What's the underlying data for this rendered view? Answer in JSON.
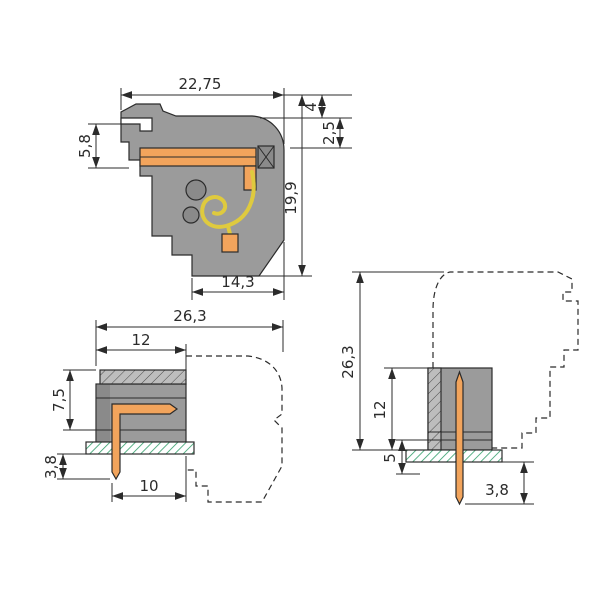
{
  "side_view": {
    "width": "22,75",
    "latch_height": "4",
    "entry_height": "5,8",
    "top_offset": "2,5",
    "total_height": "19,9",
    "base_width": "14,3"
  },
  "bottom_view": {
    "total_width": "26,3",
    "housing_width": "12",
    "pin_drop": "7,5",
    "pin_protrusion": "3,8",
    "pin_edge_distance": "10"
  },
  "front_view": {
    "total_height": "26,3",
    "housing_height": "12",
    "board_clearance": "5",
    "pin_protrusion": "3,8"
  },
  "colors": {
    "housing": "#9b9b9b",
    "housing_dark": "#8a8a8a",
    "conductor": "#f2a45c",
    "spring": "#dfca3e",
    "board": "#2f9d68",
    "line": "#2b2b2b"
  }
}
